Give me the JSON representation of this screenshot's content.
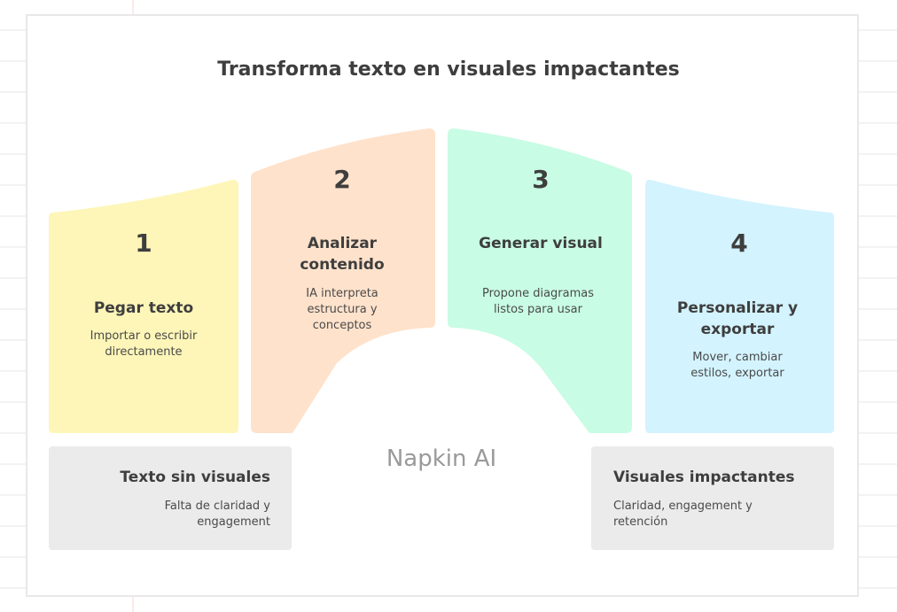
{
  "title": "Transforma texto en visuales impactantes",
  "colors": {
    "step1": "#FEF6B8",
    "step2": "#FFE2CB",
    "step3": "#C8FCE4",
    "step4": "#D3F3FE",
    "box": "#EBEBEB"
  },
  "steps": [
    {
      "number": "1",
      "heading": "Pegar texto",
      "desc": "Importar o escribir directamente"
    },
    {
      "number": "2",
      "heading": "Analizar contenido",
      "desc": "IA interpreta estructura y conceptos"
    },
    {
      "number": "3",
      "heading": "Generar visual",
      "desc": "Propone diagramas listos para usar"
    },
    {
      "number": "4",
      "heading": "Personalizar y exportar",
      "desc": "Mover, cambiar estilos, exportar"
    }
  ],
  "left_box": {
    "heading": "Texto sin visuales",
    "desc": "Falta de claridad y engagement"
  },
  "right_box": {
    "heading": "Visuales impactantes",
    "desc": "Claridad, engagement y retención"
  },
  "brand": "Napkin AI"
}
